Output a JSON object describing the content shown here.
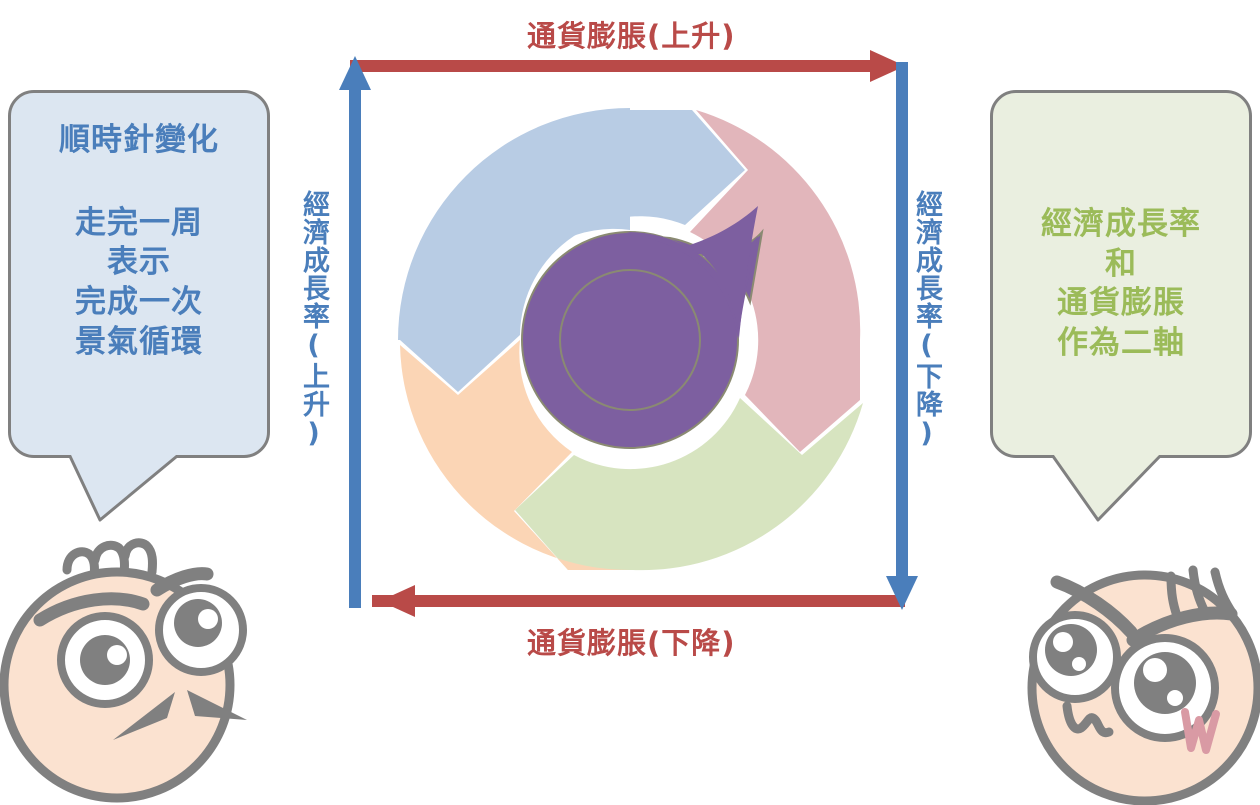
{
  "diagram": {
    "title_top": "通貨膨脹(上升)",
    "title_bottom": "通貨膨脹(下降)",
    "axis_left": "經濟成長率(上升)",
    "axis_right": "經濟成長率(下降)"
  },
  "bubbles": {
    "left": {
      "title": "順時針變化",
      "body": "走完一周\n表示\n完成一次\n景氣循環",
      "fill": "#dce6f1",
      "text_color": "#4a7ebb",
      "border_color": "#808080"
    },
    "right": {
      "title": "",
      "body": "經濟成長率\n和\n通貨膨脹\n作為二軸",
      "fill": "#eaefe0",
      "text_color": "#9bbb59",
      "border_color": "#808080"
    }
  },
  "cycle": {
    "segments": [
      {
        "name": "top-left-segment",
        "color": "#b8cce4",
        "quadrant": "top-left"
      },
      {
        "name": "top-right-segment",
        "color": "#e2b6bb",
        "quadrant": "top-right"
      },
      {
        "name": "bottom-right-segment",
        "color": "#d7e4c0",
        "quadrant": "bottom-right"
      },
      {
        "name": "bottom-left-segment",
        "color": "#fbd5b5",
        "quadrant": "bottom-left"
      }
    ],
    "inner_spiral_color": "#7d5fa0",
    "direction": "clockwise"
  },
  "colors": {
    "red_arrow": "#b94a48",
    "blue_arrow": "#4a7ebb",
    "face_fill": "#fbe2d0",
    "face_outline": "#808080",
    "cheek_mark": "#d99aa4"
  },
  "faces": {
    "left": {
      "name": "worried-face",
      "cheek_mark": ""
    },
    "right": {
      "name": "curious-face",
      "cheek_mark": "W"
    }
  }
}
